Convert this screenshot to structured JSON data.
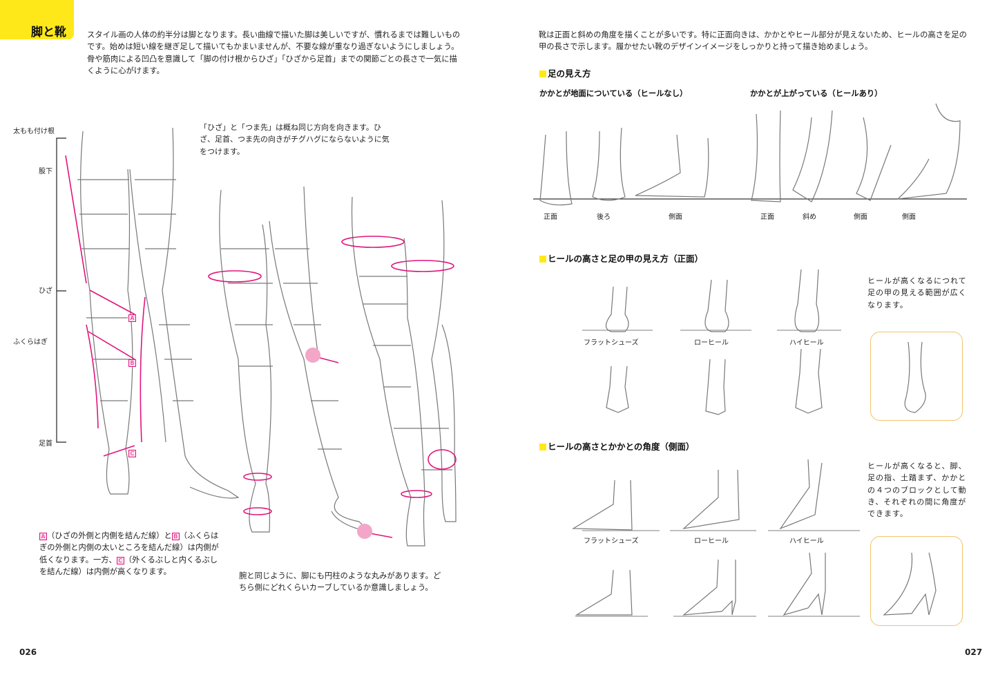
{
  "left_page": {
    "tab_title": "脚と靴",
    "intro": [
      "スタイル画の人体の約半分は脚となります。長い曲線で描いた脚は美しいですが、慣れるまでは難しいものです。始めは短い線を継ぎ足して描いてもかまいませんが、不要な線が重なり過ぎないようにしましょう。",
      "骨や筋肉による凹凸を意識して「脚の付け根からひざ」「ひざから足首」までの関節ごとの長さで一気に描くように心がけます。"
    ],
    "body_labels": [
      "太もも付け根",
      "股下",
      "ひざ",
      "ふくらはぎ",
      "足首"
    ],
    "markers": [
      "A",
      "B",
      "C"
    ],
    "note_knee": "「ひざ」と「つま先」は概ね同じ方向を向きます。ひざ、足首、つま先の向きがチグハグにならないように気をつけます。",
    "note_abc": {
      "a": "A",
      "t1": "（ひざの外側と内側を結んだ線）と",
      "b": "B",
      "t2": "（ふくらはぎの外側と内側の太いところを結んだ線）は内側が低くなります。一方、",
      "c": "C",
      "t3": "（外くるぶしと内くるぶしを結んだ線）は内側が高くなります。"
    },
    "note_cylinder": "腕と同じように、脚にも円柱のような丸みがあります。どちら側にどれくらいカーブしているか意識しましょう。",
    "page_number": "026"
  },
  "right_page": {
    "intro": "靴は正面と斜めの角度を描くことが多いです。特に正面向きは、かかとやヒール部分が見えないため、ヒールの高さを足の甲の長さで示します。履かせたい靴のデザインイメージをしっかりと持って描き始めましょう。",
    "section1": {
      "title": "足の見え方",
      "sub_flat": "かかとが地面についている（ヒールなし）",
      "sub_heel": "かかとが上がっている（ヒールあり）",
      "labels": [
        "正面",
        "後ろ",
        "側面",
        "正面",
        "斜め",
        "側面",
        "側面"
      ]
    },
    "section2": {
      "title": "ヒールの高さと足の甲の見え方（正面）",
      "labels": [
        "フラットシューズ",
        "ローヒール",
        "ハイヒール"
      ],
      "note": "ヒールが高くなるにつれて足の甲の見える範囲が広くなります。"
    },
    "section3": {
      "title": "ヒールの高さとかかとの角度（側面）",
      "labels": [
        "フラットシューズ",
        "ローヒール",
        "ハイヒール"
      ],
      "note": "ヒールが高くなると、脚、足の指、土踏まず、かかとの４つのブロックとして動き、それぞれの間に角度ができます。"
    },
    "page_number": "027"
  },
  "colors": {
    "accent": "#ffe81a",
    "arrow": "#e0147c",
    "box": "#f2c46a"
  }
}
